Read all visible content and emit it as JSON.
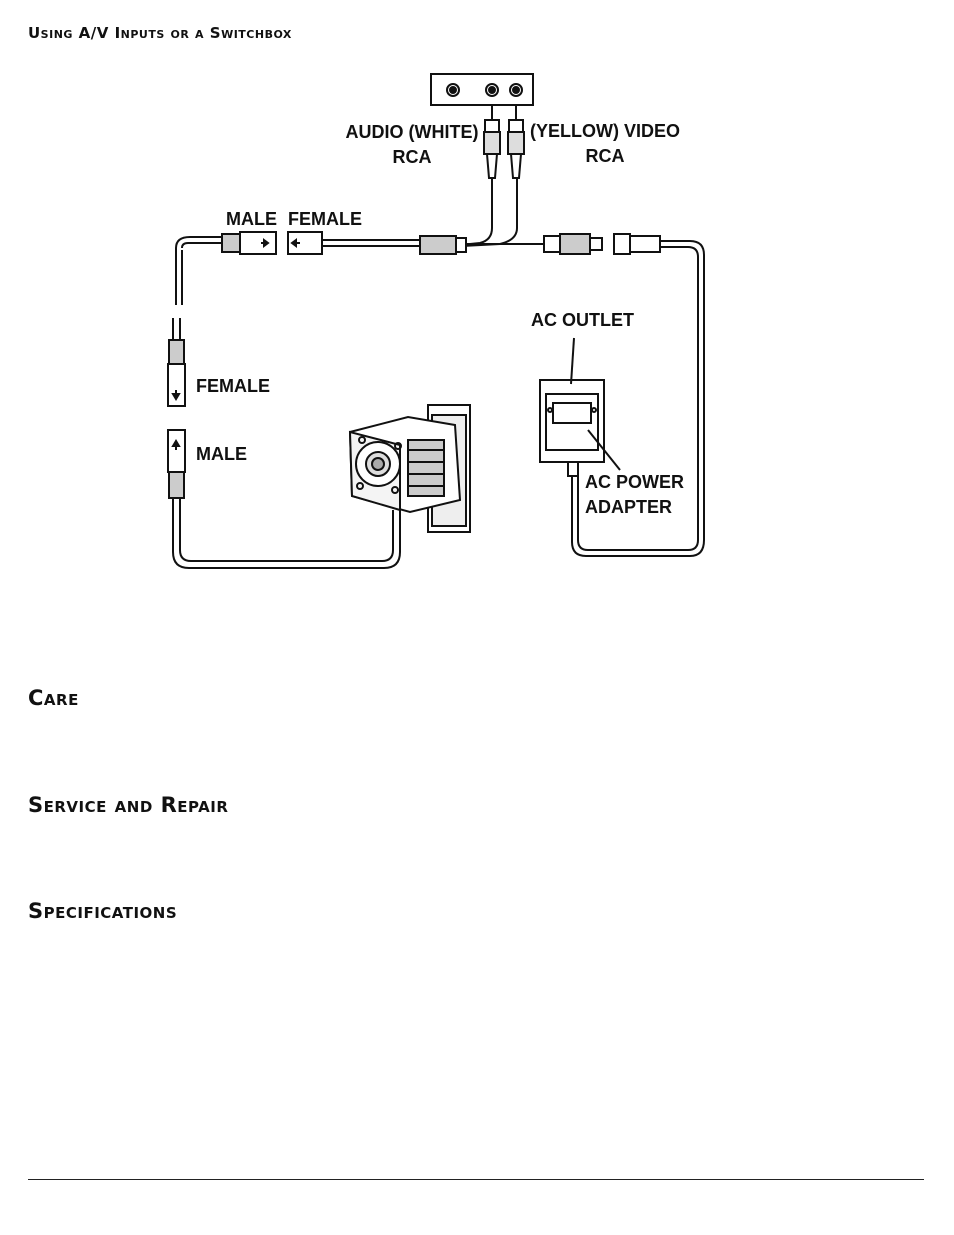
{
  "header": {
    "title": "Using A/V Inputs or a Switchbox"
  },
  "diagram": {
    "labels": {
      "audio_line1": "AUDIO (WHITE)",
      "audio_line2": "RCA",
      "video_line1": "(YELLOW) VIDEO",
      "video_line2": "RCA",
      "male_top": "MALE",
      "female_top": "FEMALE",
      "female_left": "FEMALE",
      "male_left": "MALE",
      "ac_outlet": "AC OUTLET",
      "ac_power_line1": "AC POWER",
      "ac_power_line2": "ADAPTER"
    },
    "icons": [
      "av-input-panel-icon",
      "rca-plug-icon",
      "camera-icon",
      "ac-adapter-icon",
      "cable-connector-icon"
    ]
  },
  "sections": {
    "care": "Care",
    "service": "Service and Repair",
    "specifications": "Specifications"
  }
}
